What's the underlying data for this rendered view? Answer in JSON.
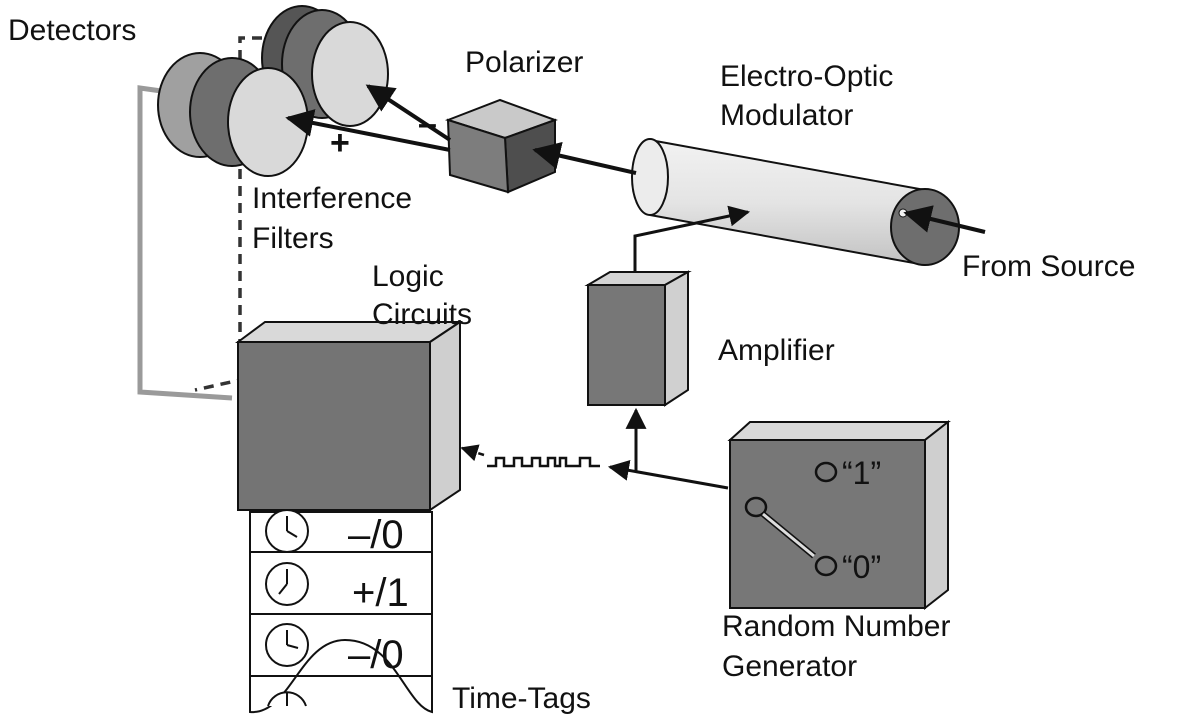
{
  "labels": {
    "detectors": "Detectors",
    "polarizer": "Polarizer",
    "eom_line1": "Electro-Optic",
    "eom_line2": "Modulator",
    "filters_line1": "Interference",
    "filters_line2": "Filters",
    "from_source": "From Source",
    "logic_line1": "Logic",
    "logic_line2": "Circuits",
    "amplifier": "Amplifier",
    "rng_line1": "Random Number",
    "rng_line2": "Generator",
    "time_tags": "Time-Tags"
  },
  "signs": {
    "plus": "+",
    "minus": "–"
  },
  "rng_outputs": {
    "one": "“1”",
    "zero": "“0”"
  },
  "time_tags": [
    {
      "value": "–/0"
    },
    {
      "value": "+/1"
    },
    {
      "value": "–/0"
    }
  ],
  "colors": {
    "dark_gray": "#6e6e6e",
    "mid_gray": "#a6a6a6",
    "light_gray": "#d9d9d9",
    "stroke": "#111111"
  }
}
